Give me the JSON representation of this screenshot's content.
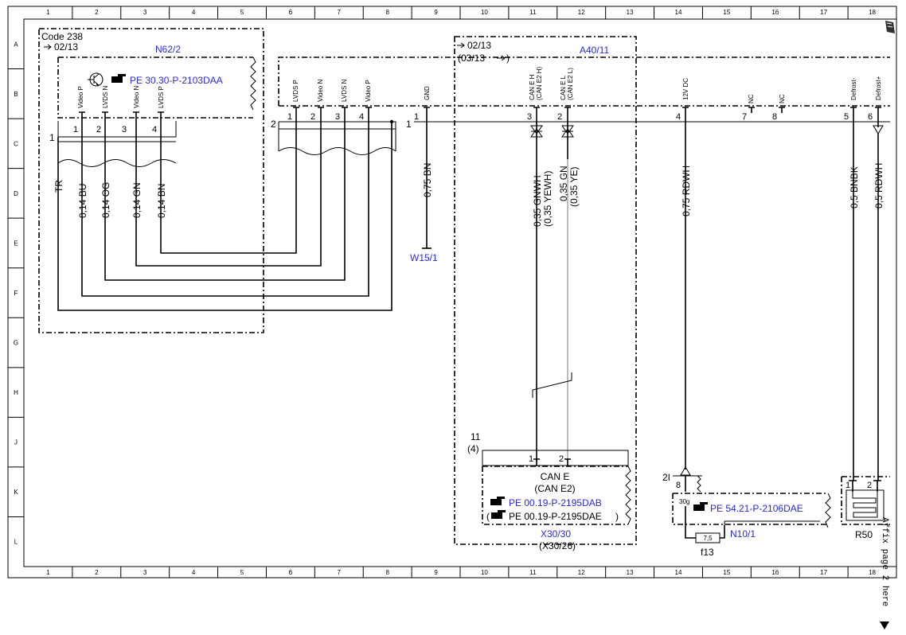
{
  "frame": {
    "columns": [
      "1",
      "2",
      "3",
      "4",
      "5",
      "6",
      "7",
      "8",
      "9",
      "10",
      "11",
      "12",
      "13",
      "14",
      "15",
      "16",
      "17",
      "18"
    ],
    "rows": [
      "A",
      "B",
      "C",
      "D",
      "E",
      "F",
      "G",
      "H",
      "J",
      "K",
      "L"
    ]
  },
  "n62": {
    "code": "Code 238",
    "page_ref": "02/13",
    "name": "N62/2",
    "ref": "PE 30.30-P-2103DAA",
    "pins": [
      {
        "num": "1",
        "label": "Video P"
      },
      {
        "num": "2",
        "label": "LVDS N"
      },
      {
        "num": "3",
        "label": "Video N"
      },
      {
        "num": "4",
        "label": "LVDS P"
      }
    ],
    "connector_num": "1",
    "wires": [
      "TR",
      "0,14 BU",
      "0,14 OG",
      "0,14 GN",
      "0,14 BN"
    ]
  },
  "a40": {
    "page_ref": "02/13",
    "page_ref2": "(03/13",
    "page_ref2_end": ")",
    "name": "A40/11",
    "pins_left": [
      {
        "num": "1",
        "label": "LVDS P"
      },
      {
        "num": "2",
        "label": "Video N"
      },
      {
        "num": "3",
        "label": "LVDS N"
      },
      {
        "num": "4",
        "label": "Video P"
      }
    ],
    "connector2_num": "2",
    "connector1_num": "1",
    "pins_right": [
      {
        "num": "1",
        "label": "GND"
      },
      {
        "num": "3",
        "label": "CAN E H",
        "label2": "(CAN E2 H)"
      },
      {
        "num": "2",
        "label": "CAN E L",
        "label2": "(CAN E2 L)"
      },
      {
        "num": "4",
        "label": "12V DC"
      },
      {
        "num": "7",
        "label": "NC"
      },
      {
        "num": "8",
        "label": "NC"
      },
      {
        "num": "5",
        "label": "Defrost-"
      },
      {
        "num": "6",
        "label": "Defrost+"
      }
    ],
    "wires": [
      {
        "w": "0,75 BN"
      },
      {
        "w": "0,35 GNWH",
        "w2": "(0,35 YEWH)"
      },
      {
        "w": "0,35 GN",
        "w2": "(0,35 YE)"
      },
      {
        "w": "0,75 RDWH"
      },
      {
        "w": "0,5 BNBK"
      },
      {
        "w": "0,5 RDWH"
      }
    ],
    "ground": "W15/1"
  },
  "x30": {
    "num": "11",
    "num2": "(4)",
    "pin1": "1",
    "pin2": "2",
    "line1": "CAN E",
    "line2": "(CAN E2)",
    "ref1": "PE 00.19-P-2195DAB",
    "ref2": "PE 00.19-P-2195DAE",
    "ref2_open": "(",
    "ref2_close": ")",
    "name": "X30/30",
    "name2": "(X30/26)"
  },
  "n10": {
    "terminal": "2I",
    "pin": "8",
    "terminal2": "30g",
    "ref": "PE 54.21-P-2106DAE",
    "name": "N10/1",
    "fuse_rating": "7,5",
    "fuse": "f13"
  },
  "r50": {
    "pin1": "1",
    "pin2": "2",
    "name": "R50"
  },
  "side_note": "Affix page 2 here"
}
